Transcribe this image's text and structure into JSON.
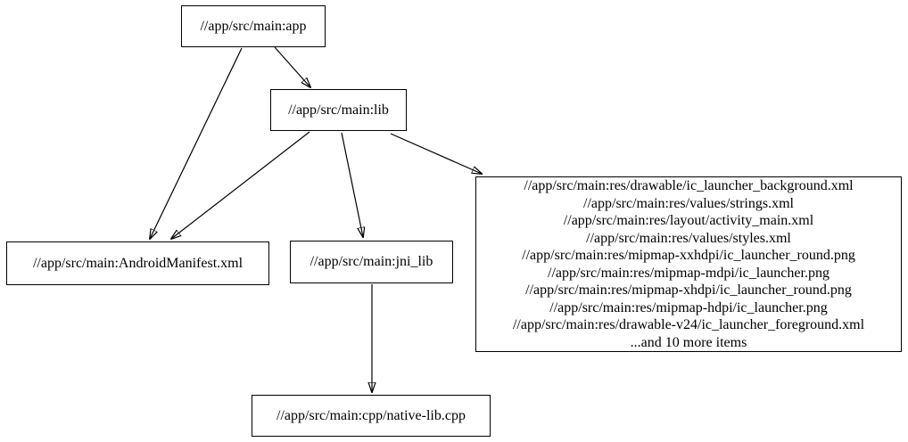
{
  "diagram": {
    "type": "dependency-graph",
    "background_color": "#ffffff",
    "node_border_color": "#000000",
    "text_color": "#000000",
    "nodes": {
      "app": {
        "label": "//app/src/main:app"
      },
      "lib": {
        "label": "//app/src/main:lib"
      },
      "manifest": {
        "label": "//app/src/main:AndroidManifest.xml"
      },
      "jni_lib": {
        "label": "//app/src/main:jni_lib"
      },
      "cpp": {
        "label": "//app/src/main:cpp/native-lib.cpp"
      },
      "res": {
        "lines": [
          "//app/src/main:res/drawable/ic_launcher_background.xml",
          "//app/src/main:res/values/strings.xml",
          "//app/src/main:res/layout/activity_main.xml",
          "//app/src/main:res/values/styles.xml",
          "//app/src/main:res/mipmap-xxhdpi/ic_launcher_round.png",
          "//app/src/main:res/mipmap-mdpi/ic_launcher.png",
          "//app/src/main:res/mipmap-xhdpi/ic_launcher_round.png",
          "//app/src/main:res/mipmap-hdpi/ic_launcher.png",
          "//app/src/main:res/drawable-v24/ic_launcher_foreground.xml",
          "...and 10 more items"
        ]
      }
    },
    "edges": [
      {
        "from": "app",
        "to": "lib"
      },
      {
        "from": "app",
        "to": "manifest"
      },
      {
        "from": "lib",
        "to": "manifest"
      },
      {
        "from": "lib",
        "to": "jni_lib"
      },
      {
        "from": "lib",
        "to": "res"
      },
      {
        "from": "jni_lib",
        "to": "cpp"
      }
    ]
  }
}
